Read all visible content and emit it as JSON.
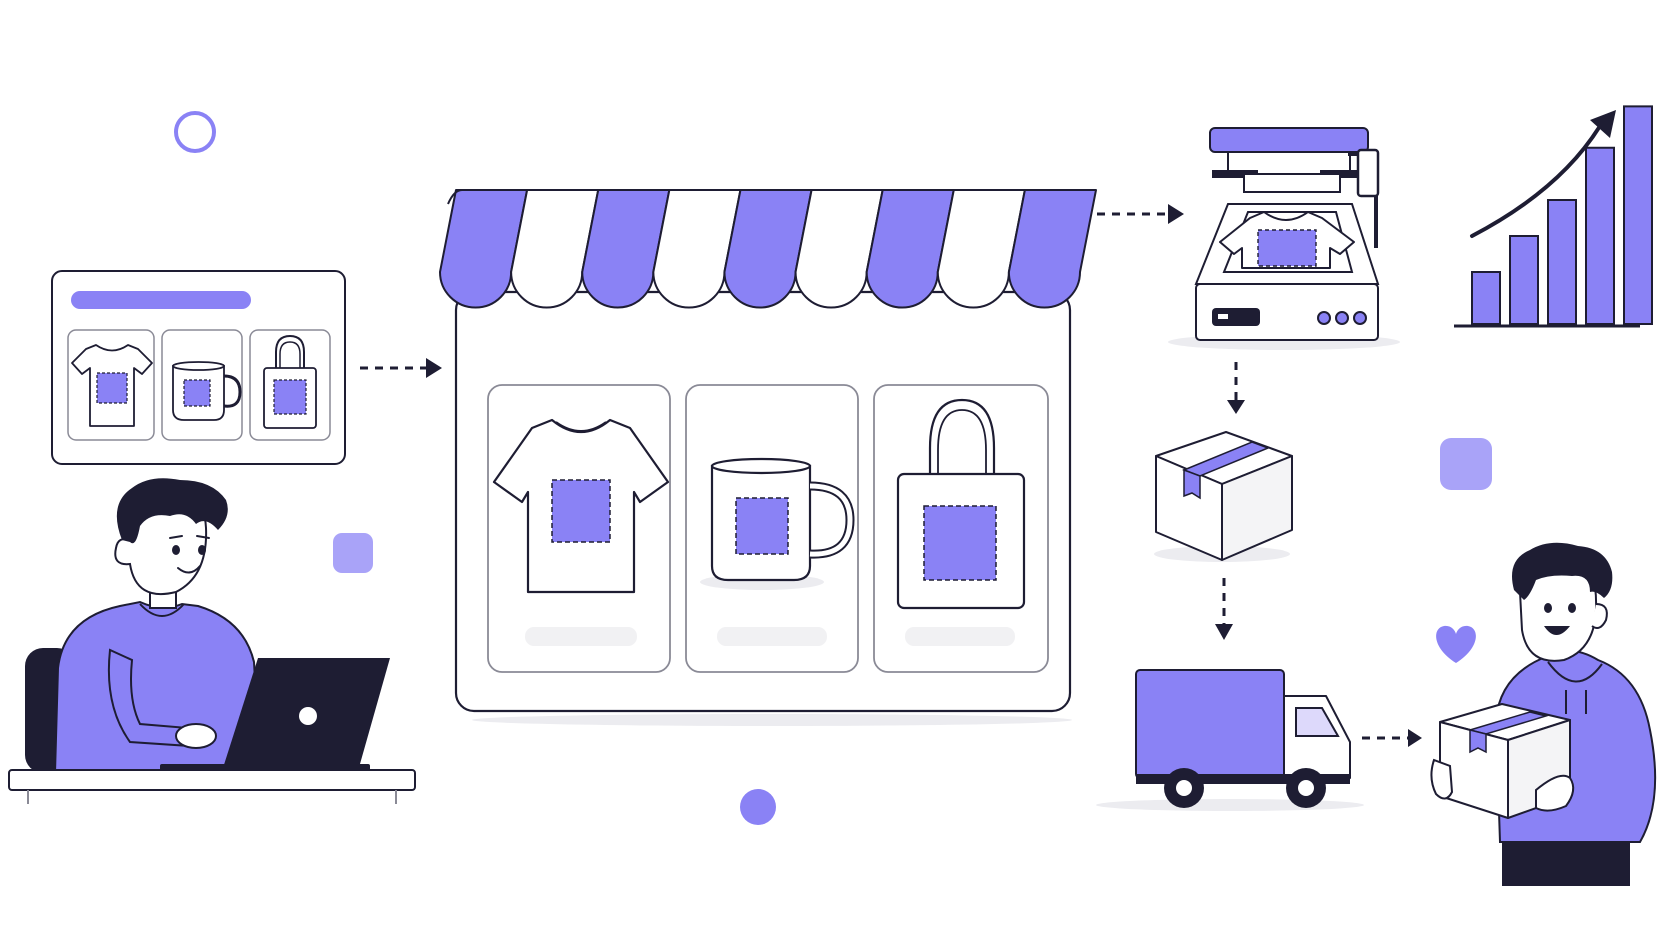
{
  "palette": {
    "accent": "#8A82F5",
    "accent_light": "#A9A3F8",
    "ink": "#1E1D33",
    "outline": "#3A3A4A",
    "panel_gray": "#F1F1F3",
    "white": "#FFFFFF"
  },
  "flow": {
    "steps": [
      {
        "id": "design",
        "icon": "designer-at-laptop"
      },
      {
        "id": "storefront",
        "icon": "online-store"
      },
      {
        "id": "print",
        "icon": "heat-press-printer"
      },
      {
        "id": "package",
        "icon": "shipping-box"
      },
      {
        "id": "deliver",
        "icon": "delivery-truck"
      },
      {
        "id": "customer",
        "icon": "happy-customer"
      }
    ],
    "products": [
      "t-shirt",
      "mug",
      "tote-bag"
    ],
    "growth_chart_bars": 5
  }
}
